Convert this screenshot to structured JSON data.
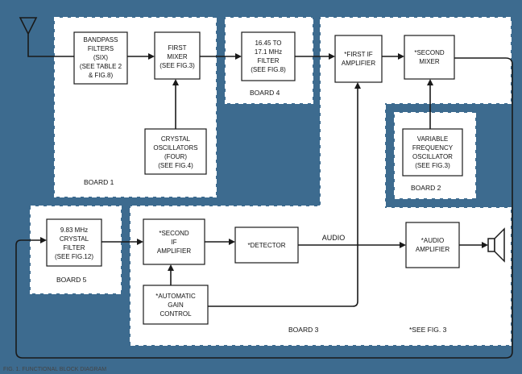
{
  "colors": {
    "background": "#3d6b8f",
    "board_fill": "#ffffff",
    "line": "#1a1a1a"
  },
  "boards": {
    "board1": "BOARD 1",
    "board2": "BOARD 2",
    "board3": "BOARD 3",
    "board4": "BOARD 4",
    "board5": "BOARD 5"
  },
  "blocks": {
    "bandpass": [
      "BANDPASS",
      "FILTERS",
      "(SIX)",
      "(SEE TABLE 2",
      "& FIG.8)"
    ],
    "first_mixer": [
      "FIRST",
      "MIXER",
      "(SEE FIG.3)"
    ],
    "crystal_osc": [
      "CRYSTAL",
      "OSCILLATORS",
      "(FOUR)",
      "(SEE FIG.4)"
    ],
    "filter_1645": [
      "16.45 TO",
      "17.1 MHz",
      "FILTER",
      "(SEE FIG.8)"
    ],
    "first_if": [
      "*FIRST IF",
      "AMPLIFIER"
    ],
    "second_mixer": [
      "*SECOND",
      "MIXER"
    ],
    "vfo": [
      "VARIABLE",
      "FREQUENCY",
      "OSCILLATOR",
      "(SEE FIG.3)"
    ],
    "crystal_filter": [
      "9.83 MHz",
      "CRYSTAL",
      "FILTER",
      "(SEE FIG.12)"
    ],
    "second_if": [
      "*SECOND",
      "IF",
      "AMPLIFIER"
    ],
    "detector": [
      "*DETECTOR"
    ],
    "audio_amp": [
      "*AUDIO",
      "AMPLIFIER"
    ],
    "agc": [
      "*AUTOMATIC",
      "GAIN",
      "CONTROL"
    ]
  },
  "signal_label": "AUDIO",
  "footnote": "*SEE FIG. 3",
  "caption": "FIG. 1. FUNCTIONAL BLOCK DIAGRAM"
}
